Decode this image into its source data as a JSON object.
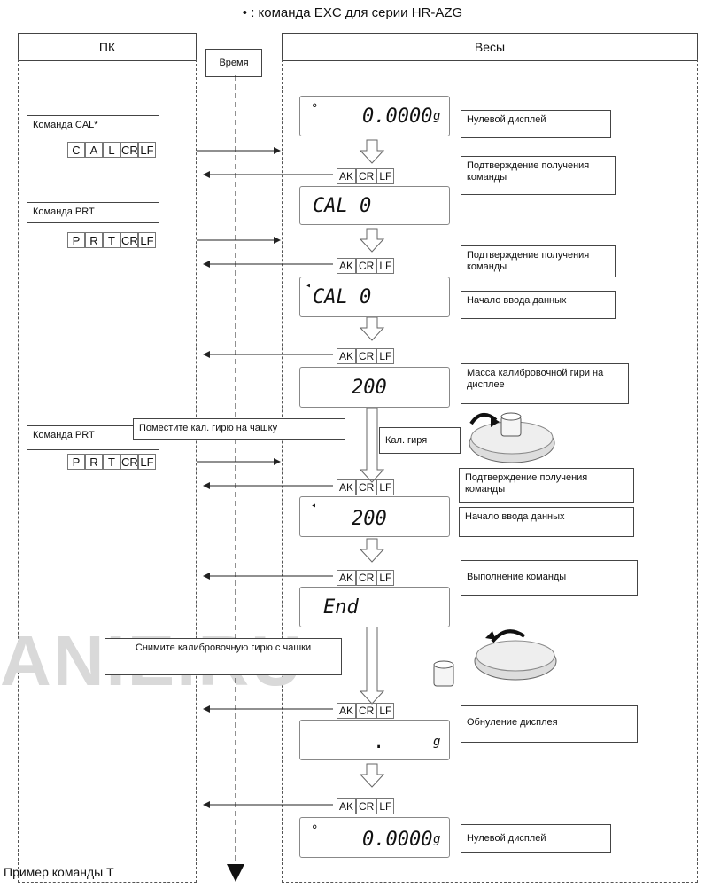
{
  "note": "• : команда EXC для серии HR-AZG",
  "headers": {
    "pc": "ПК",
    "time": "Время",
    "scale": "Весы"
  },
  "commands": {
    "cal_label": "Команда CAL*",
    "cal_cells": [
      "C",
      "A",
      "L",
      "CR",
      "LF"
    ],
    "prt_label": "Команда PRT",
    "prt_cells": [
      "P",
      "R",
      "T",
      "CR",
      "LF"
    ]
  },
  "ack": {
    "ak": "AK",
    "cr": "CR",
    "lf": "LF"
  },
  "displays": {
    "zero": "0.0000",
    "unit": "g",
    "cal0": "CAL  0",
    "v200": "200",
    "end": "End",
    "dot": "."
  },
  "side_labels": {
    "zero_display": "Нулевой дисплей",
    "confirm": "Подтверждение получения команды",
    "start_input": "Начало ввода данных",
    "mass_cal": "Масса калибровочной гири на дисплее",
    "execution": "Выполнение команды",
    "zeroing": "Обнуление дисплея"
  },
  "notes": {
    "place_weight": "Поместите кал. гирю на чашку",
    "cal_weight": "Кал. гиря",
    "remove_weight": "Снимите калибровочную гирю с чашки"
  },
  "watermark": "ANIE.RU",
  "footer": "Пример команды T"
}
